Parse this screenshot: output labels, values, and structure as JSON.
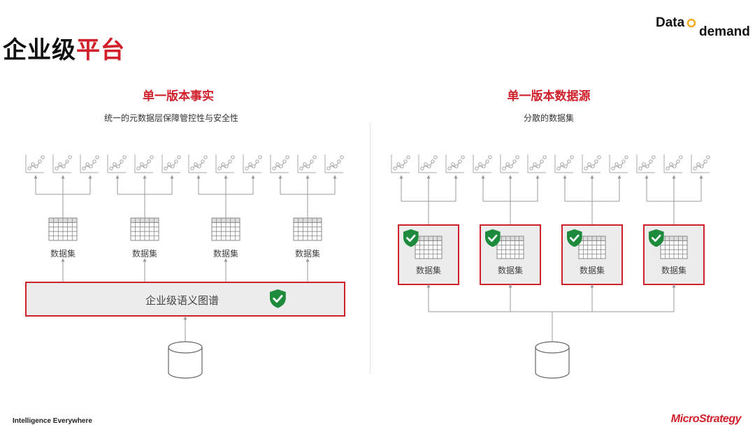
{
  "page": {
    "title_main": "企业级",
    "title_accent": "平台"
  },
  "logo": {
    "part1": "Data",
    "part2": "demand"
  },
  "left": {
    "heading": "单一版本事实",
    "subheading": "统一的元数据层保障管控性与安全性",
    "dataset_label": "数据集",
    "kg_label": "企业级语义图谱"
  },
  "right": {
    "heading": "单一版本数据源",
    "subheading": "分散的数据集",
    "dataset_label": "数据集"
  },
  "footer": {
    "tagline": "Intelligence Everywhere",
    "brand": "MicroStrategy"
  },
  "colors": {
    "accent": "#d0202b",
    "shield": "#1e8a3c",
    "line": "#999999"
  },
  "icons": [
    "report-chart-icon",
    "dataset-grid-icon",
    "database-icon",
    "shield-check-icon"
  ]
}
